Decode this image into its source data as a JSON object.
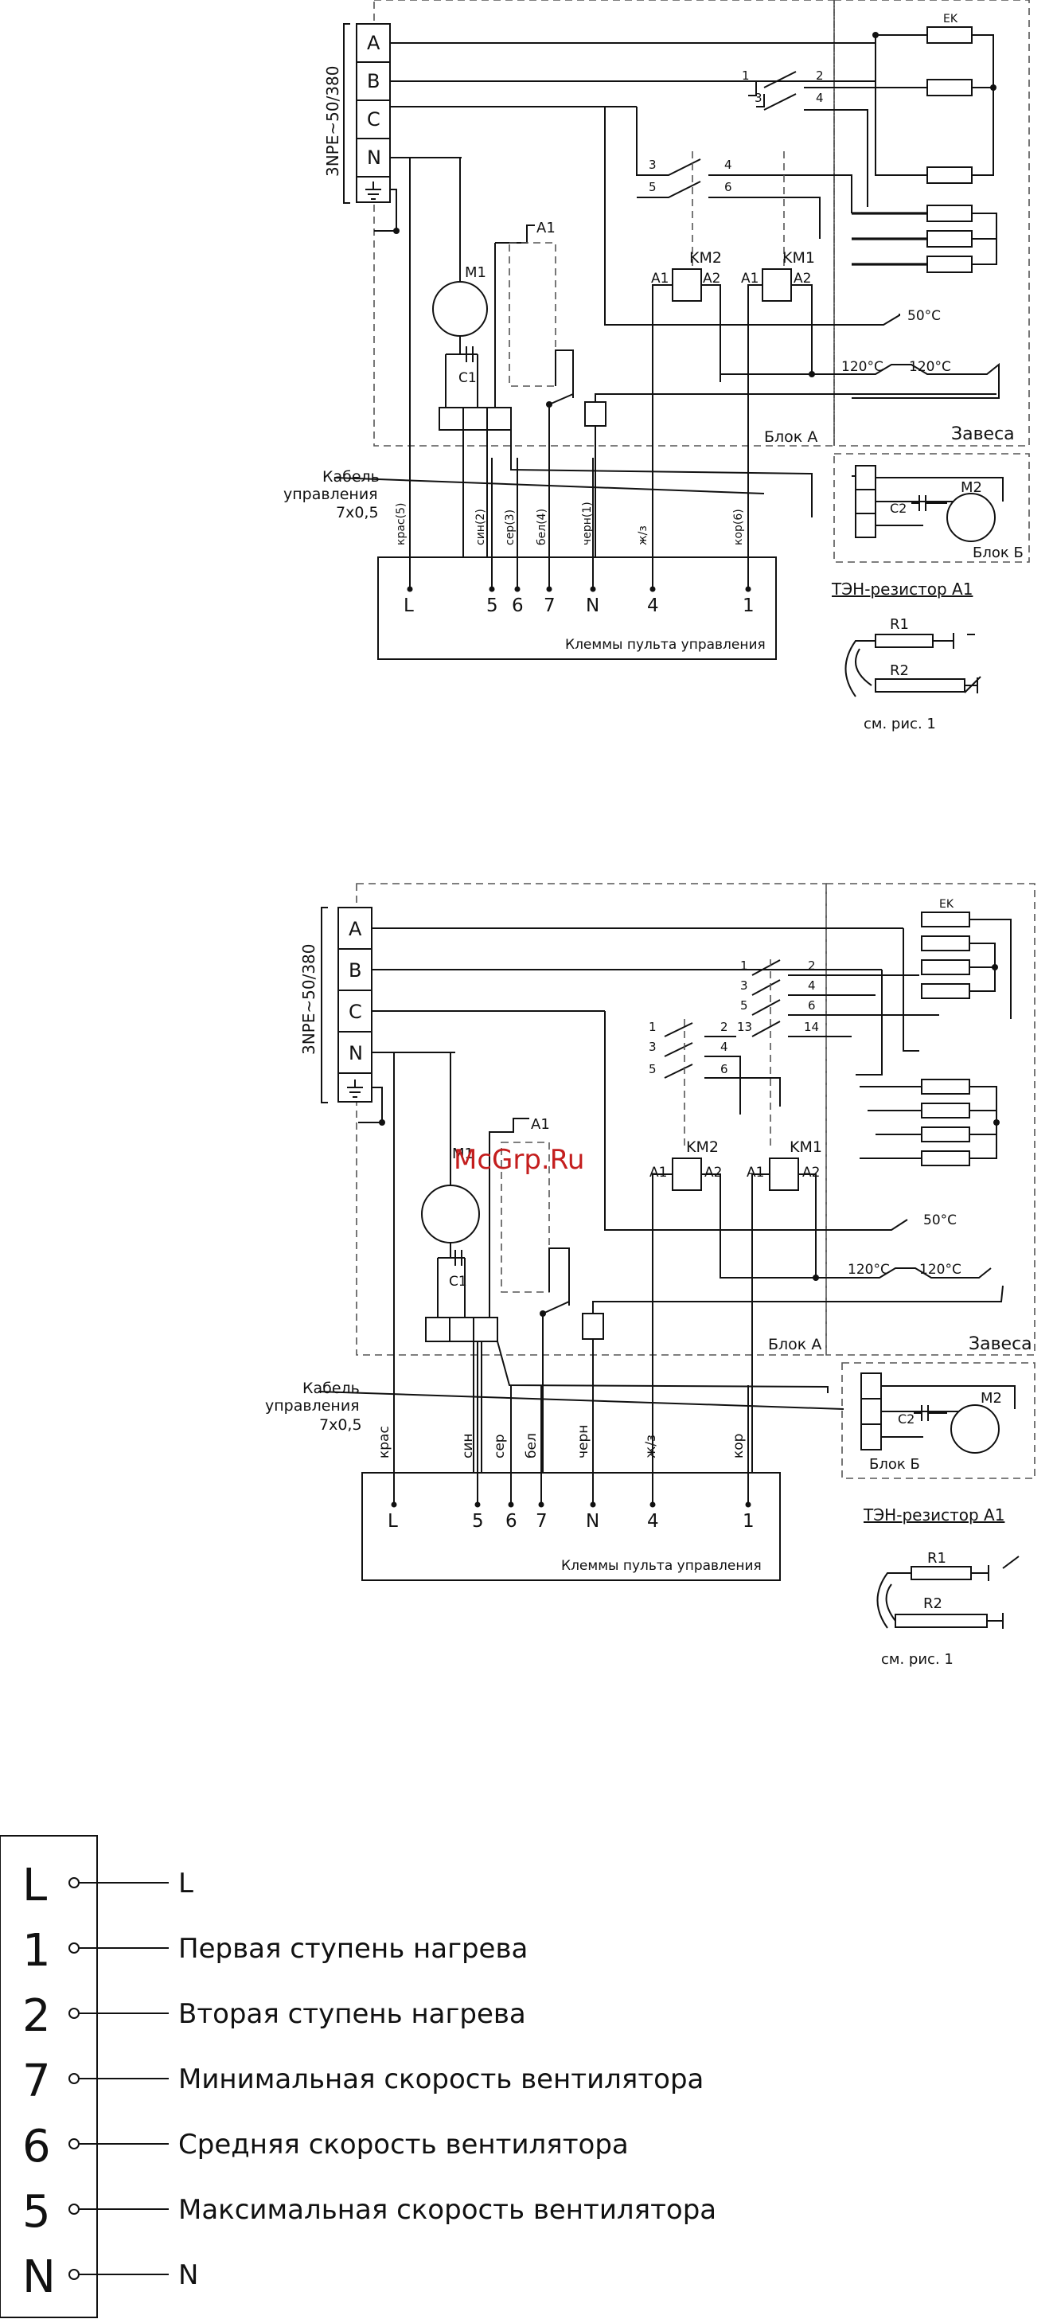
{
  "watermark": "McGrp.Ru",
  "supply": {
    "label": "3NPE~50/380",
    "phases": [
      "A",
      "B",
      "C",
      "N"
    ]
  },
  "component_labels": {
    "ek": "EK",
    "m1": "M1",
    "c1": "C1",
    "a1": "A1",
    "km1": "KM1",
    "km2": "KM2",
    "coil_a1": "A1",
    "coil_a2": "A2",
    "t50": "50°C",
    "t120a": "120°C",
    "t120b": "120°C",
    "block_a": "Блок А",
    "block_b": "Блок Б",
    "curtain": "Завеса",
    "m2": "M2",
    "c2": "C2",
    "r1": "R1",
    "r2": "R2"
  },
  "cable": {
    "line1": "Кабель",
    "line2": "управления",
    "line3": "7х0,5"
  },
  "terminal_block_title": "Клеммы пульта управления",
  "diagram1": {
    "wire_colors": [
      "крас(5)",
      "син(2)",
      "сер(3)",
      "бел(4)",
      "черн(1)",
      "ж/з",
      "кор(6)"
    ],
    "terminals": [
      "L",
      "5",
      "6",
      "7",
      "N",
      "4",
      "1"
    ],
    "switch_numbers": [
      "1",
      "2",
      "3",
      "4",
      "3",
      "4",
      "5",
      "6"
    ]
  },
  "diagram2": {
    "wire_colors": [
      "крас",
      "син",
      "сер",
      "бел",
      "черн",
      "ж/з",
      "кор"
    ],
    "terminals": [
      "L",
      "5",
      "6",
      "7",
      "N",
      "4",
      "1"
    ],
    "switch_numbers": [
      "1",
      "2",
      "3",
      "4",
      "5",
      "6",
      "13",
      "14",
      "1",
      "2",
      "3",
      "4",
      "5",
      "6"
    ]
  },
  "resistor_caption": "ТЭН-резистор А1",
  "see_figure": "см. рис. 1",
  "legend": [
    {
      "code": "L",
      "text": "L"
    },
    {
      "code": "1",
      "text": "Первая ступень нагрева"
    },
    {
      "code": "2",
      "text": "Вторая ступень нагрева"
    },
    {
      "code": "7",
      "text": "Минимальная скорость вентилятора"
    },
    {
      "code": "6",
      "text": "Средняя скорость вентилятора"
    },
    {
      "code": "5",
      "text": "Максимальная скорость вентилятора"
    },
    {
      "code": "N",
      "text": "N"
    }
  ]
}
